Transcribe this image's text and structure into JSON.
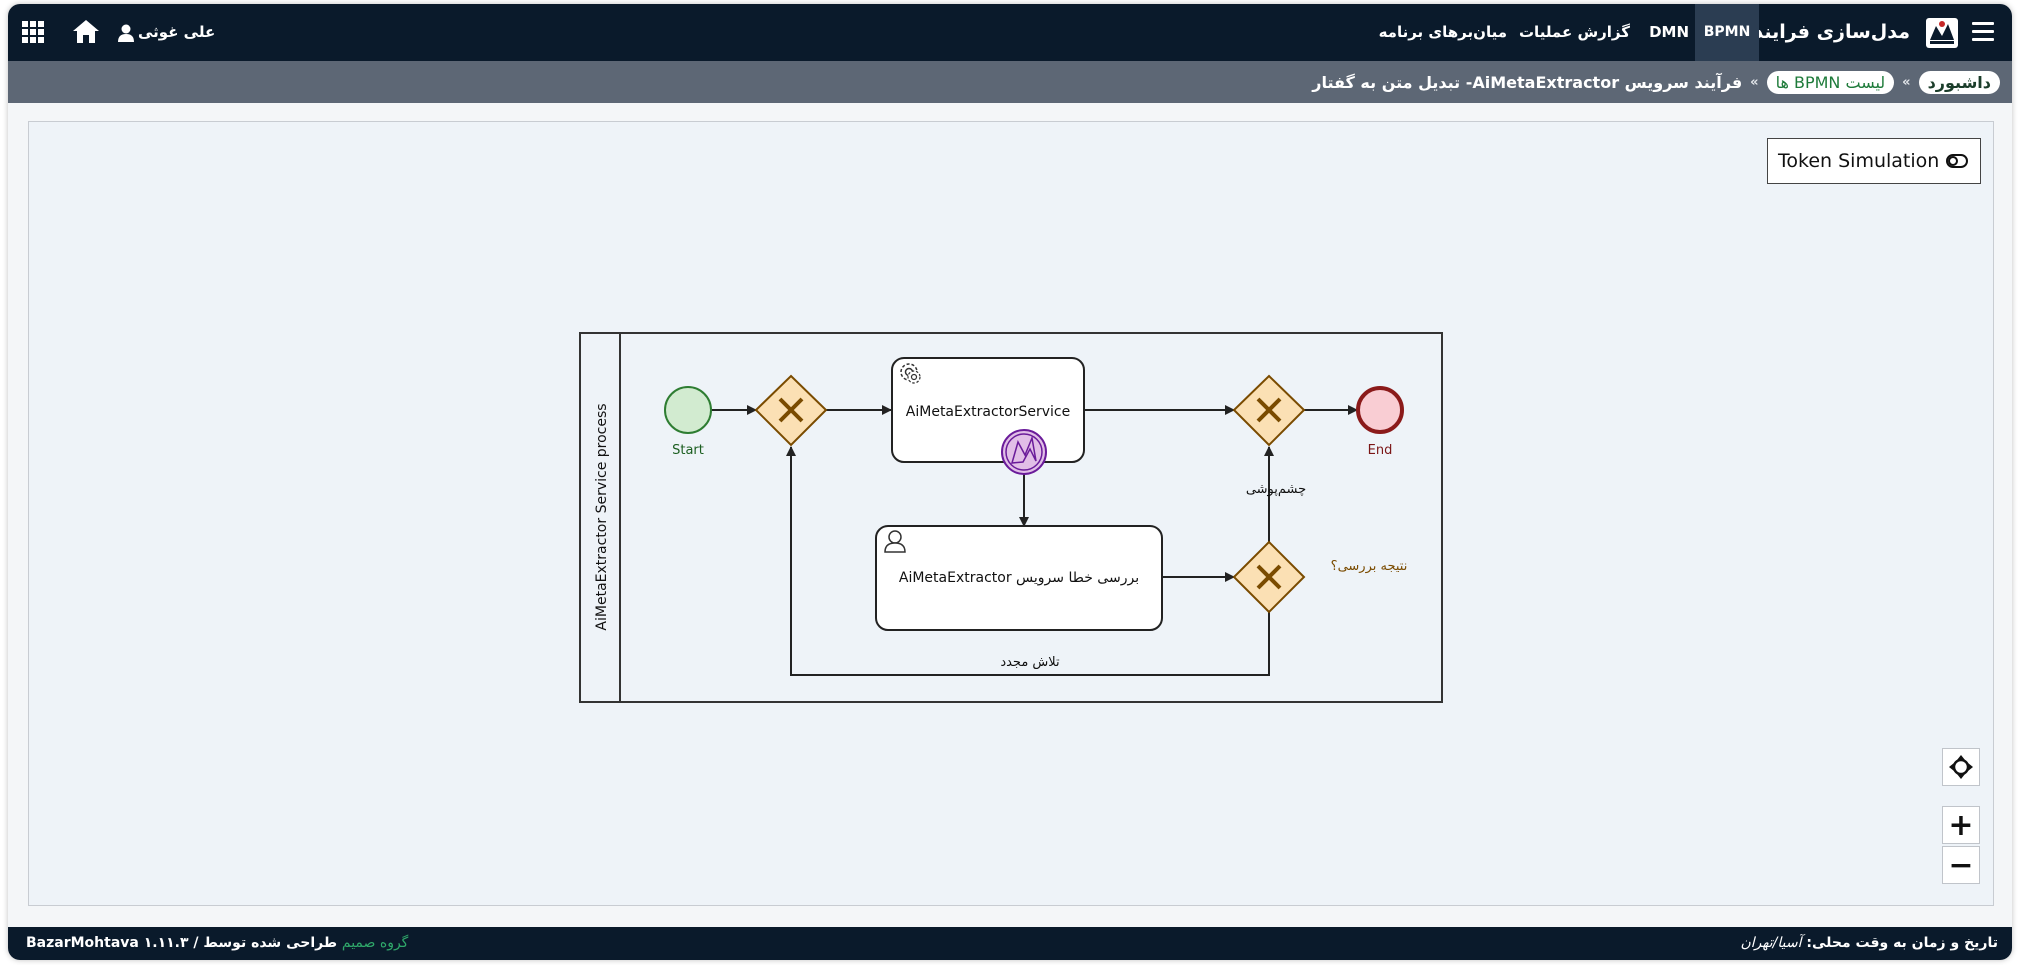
{
  "nav": {
    "brand": "مدل‌سازی فرایندها",
    "items": [
      {
        "label": "BPMN",
        "active": true
      },
      {
        "label": "DMN"
      },
      {
        "label": "گزارش عملیات"
      },
      {
        "label": "میان‌برهای برنامه"
      }
    ],
    "user_name": "علی غوثی",
    "icons": [
      "hamburger-icon",
      "logo",
      "apps-grid-icon",
      "home-icon",
      "user-icon"
    ]
  },
  "breadcrumb": {
    "home": "داشبورد",
    "list": "لیست BPMN ها",
    "current": "فرآیند سرویس AiMetaExtractor- تبدیل متن به گفتار",
    "separator": "»"
  },
  "canvas": {
    "token_simulation": "Token Simulation",
    "zoom_in": "+",
    "zoom_out": "−"
  },
  "diagram": {
    "pool_label": "AiMetaExtractor Service process",
    "start_label": "Start",
    "end_label": "End",
    "service_task": "AiMetaExtractorService",
    "user_task": "بررسی خطا سرویس AiMetaExtractor",
    "gateway_question": "نتیجه بررسی؟",
    "flow_ignore": "چشم‌پوشی",
    "flow_retry": "تلاش مجدد",
    "colors": {
      "start_fill": "#d2ebd0",
      "start_stroke": "#2e7d32",
      "end_fill": "#f9cdd3",
      "end_stroke": "#8b1a1a",
      "gateway_fill": "#fbe0b4",
      "gateway_stroke": "#7a4b00",
      "boundary_fill": "#e1bee7",
      "boundary_stroke": "#6a1b9a"
    }
  },
  "footer": {
    "version": "BazarMohtava ۱.۱۱.۳ /",
    "designed_by": "طراحی شده توسط",
    "group": "گروه صمیم",
    "timezone_label": "تاریخ و زمان به وقت محلی:",
    "timezone_value": "آسیا/تهران"
  }
}
